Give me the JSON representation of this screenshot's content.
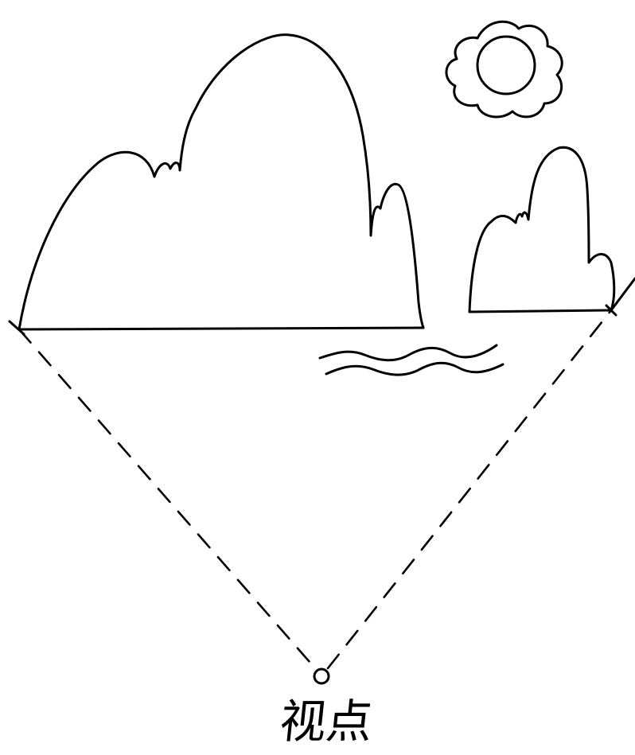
{
  "diagram": {
    "viewpoint_label": "视点",
    "elements": [
      "sun-icon",
      "large-mountain",
      "small-mountain",
      "water-waves",
      "sightline-left",
      "sightline-right",
      "viewpoint-marker"
    ],
    "colors": {
      "ink": "#000000",
      "paper": "#ffffff"
    }
  }
}
